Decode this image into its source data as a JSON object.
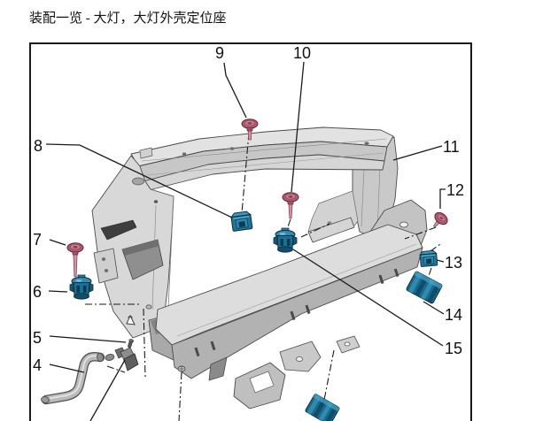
{
  "page": {
    "title": "装配一览 - 大灯，大灯外壳定位座"
  },
  "diagram": {
    "type": "exploded-assembly-view",
    "callouts": [
      {
        "label": "4"
      },
      {
        "label": "5"
      },
      {
        "label": "6"
      },
      {
        "label": "7"
      },
      {
        "label": "8"
      },
      {
        "label": "9"
      },
      {
        "label": "10"
      },
      {
        "label": "11"
      },
      {
        "label": "12"
      },
      {
        "label": "13"
      },
      {
        "label": "14"
      },
      {
        "label": "15"
      }
    ],
    "colors": {
      "fastener_red": "#b05a6e",
      "clip_blue": "#1c6f94",
      "carrier_gray": "#c9c9c9",
      "outline": "#1a1a1a"
    }
  }
}
